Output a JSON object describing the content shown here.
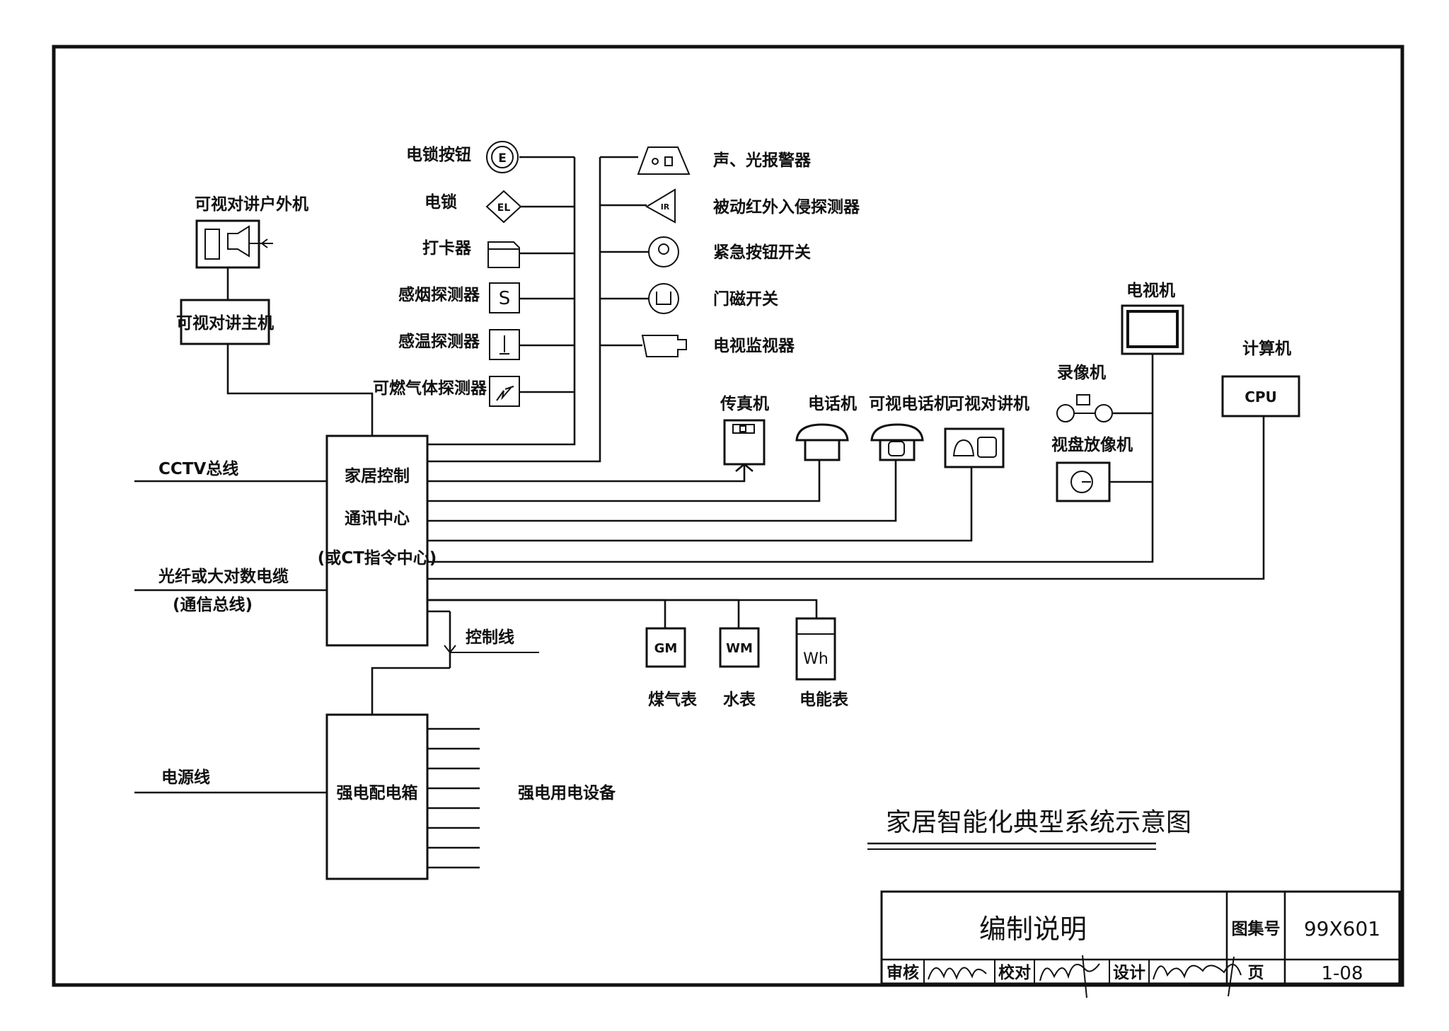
{
  "diagram": {
    "title": "家居智能化典型系统示意图",
    "outdoor_unit": "可视对讲户外机",
    "intercom_host": "可视对讲主机",
    "control_center": [
      "家居控制",
      "通讯中心",
      "(或CT指令中心)"
    ],
    "power_box": "强电配电箱",
    "power_equipment": "强电用电设备",
    "control_line": "控制线",
    "power_line": "电源线",
    "cctv_bus": "CCTV总线",
    "fiber_line_1": "光纤或大对数电缆",
    "fiber_line_2": "(通信总线)",
    "left_devices": [
      {
        "label": "电锁按钮",
        "symbol": "E"
      },
      {
        "label": "电锁",
        "symbol": "EL"
      },
      {
        "label": "打卡器",
        "symbol": ""
      },
      {
        "label": "感烟探测器",
        "symbol": "S"
      },
      {
        "label": "感温探测器",
        "symbol": ""
      },
      {
        "label": "可燃气体探测器",
        "symbol": ""
      }
    ],
    "right_devices": [
      {
        "label": "声、光报警器"
      },
      {
        "label": "被动红外入侵探测器",
        "symbol": "IR"
      },
      {
        "label": "紧急按钮开关"
      },
      {
        "label": "门磁开关"
      },
      {
        "label": "电视监视器"
      }
    ],
    "terminals": {
      "fax": "传真机",
      "phone": "电话机",
      "video_phone": "可视电话机",
      "video_intercom": "可视对讲机",
      "tv": "电视机",
      "vcr": "录像机",
      "vcd": "视盘放像机",
      "computer": "计算机",
      "cpu": "CPU"
    },
    "meters": [
      {
        "label": "煤气表",
        "code": "GM"
      },
      {
        "label": "水表",
        "code": "WM"
      },
      {
        "label": "电能表",
        "code": "Wh"
      }
    ]
  },
  "title_block": {
    "name": "编制说明",
    "atlas_label": "图集号",
    "atlas_no": "99X601",
    "review": "审核",
    "check": "校对",
    "design": "设计",
    "page_label": "页",
    "page_no": "1-08"
  }
}
